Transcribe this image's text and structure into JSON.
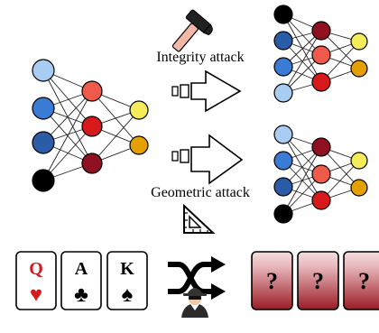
{
  "labels": {
    "integrity_attack": "Integrity attack",
    "geometric_attack": "Geometric attack"
  },
  "networks": {
    "main": {
      "layers": [
        4,
        3,
        2
      ],
      "colors": [
        [
          "#a9cdf2",
          "#3a7bd5",
          "#2a5ca8",
          "#000000"
        ],
        [
          "#f05a4a",
          "#d7191c",
          "#8f1020"
        ],
        [
          "#f4ec5a",
          "#e4a000"
        ]
      ]
    },
    "integrity": {
      "layers": [
        4,
        3,
        2
      ],
      "colors": [
        [
          "#000000",
          "#2a5ca8",
          "#3a7bd5",
          "#a9cdf2"
        ],
        [
          "#8f1020",
          "#f05a4a",
          "#d7191c"
        ],
        [
          "#f4ec5a",
          "#e4a000"
        ]
      ]
    },
    "geometric": {
      "layers": [
        4,
        3,
        2
      ],
      "colors": [
        [
          "#a9cdf2",
          "#3a7bd5",
          "#2a5ca8",
          "#000000"
        ],
        [
          "#8f1020",
          "#f05a4a",
          "#d7191c"
        ],
        [
          "#f4ec5a",
          "#e4a000"
        ]
      ]
    }
  },
  "cards": [
    {
      "rank": "Q",
      "suit": "♥",
      "color": "#d7191c"
    },
    {
      "rank": "A",
      "suit": "♣",
      "color": "#000000"
    },
    {
      "rank": "K",
      "suit": "♠",
      "color": "#000000"
    }
  ],
  "hidden_cards": [
    "?",
    "?",
    "?"
  ],
  "icons": {
    "hammer": "hammer-icon",
    "ruler": "triangle-ruler-icon",
    "shuffle": "shuffle-icon",
    "spy": "spy-icon",
    "arrow": "arrow-icon"
  },
  "colors": {
    "hidden_card_top": "#f3dede",
    "hidden_card_bottom": "#9b1b25",
    "outline": "#000000"
  }
}
